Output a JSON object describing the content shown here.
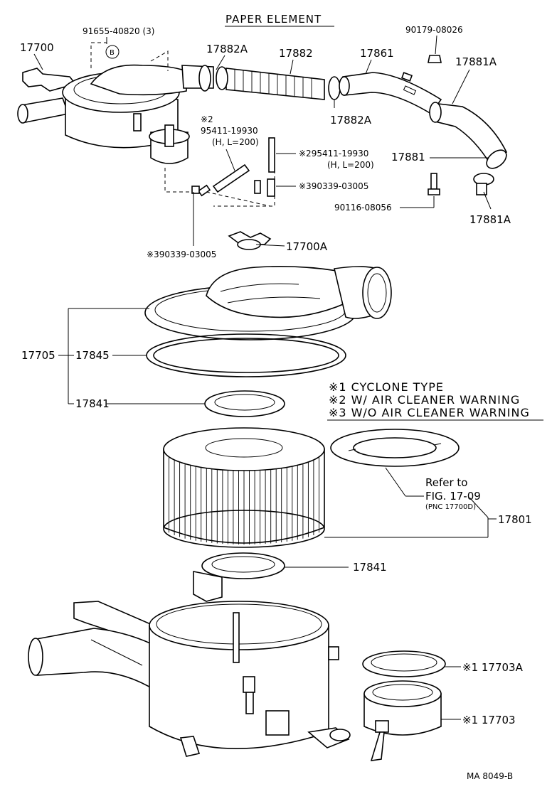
{
  "diagram": {
    "title": "PAPER ELEMENT",
    "code": "MA 8049-B",
    "legend": [
      {
        "mark": "※1",
        "text": "CYCLONE TYPE"
      },
      {
        "mark": "※2",
        "text": "W/ AIR CLEANER WARNING"
      },
      {
        "mark": "※3",
        "text": "W/O AIR CLEANER WARNING"
      }
    ],
    "parts": {
      "p17700": "17700",
      "p91655": "91655-40820 (3)",
      "circle_b": "B",
      "p17882a_top": "17882A",
      "p17882": "17882",
      "p17861": "17861",
      "p90179": "90179-08026",
      "p17881a_top": "17881A",
      "p17882a_mid": "17882A",
      "p17881": "17881",
      "p17881a_bot": "17881A",
      "p90116": "90116-08056",
      "mark2_left": "※2",
      "p95411_left": "95411-19930",
      "hl_left": "(H, L=200)",
      "p95411_right": "※295411-19930",
      "hl_right": "(H, L=200)",
      "p90339_right": "※390339-03005",
      "p90339_left": "※390339-03005",
      "p17700a": "17700A",
      "p17705": "17705",
      "p17845": "17845",
      "p17841_top": "17841",
      "refer_to": "Refer to",
      "fig_ref": "FIG. 17-09",
      "pnc_ref": "(PNC 17700D)",
      "p17801": "17801",
      "p17841_bot": "17841",
      "p17703a": "※1 17703A",
      "p17703": "※1 17703"
    }
  }
}
